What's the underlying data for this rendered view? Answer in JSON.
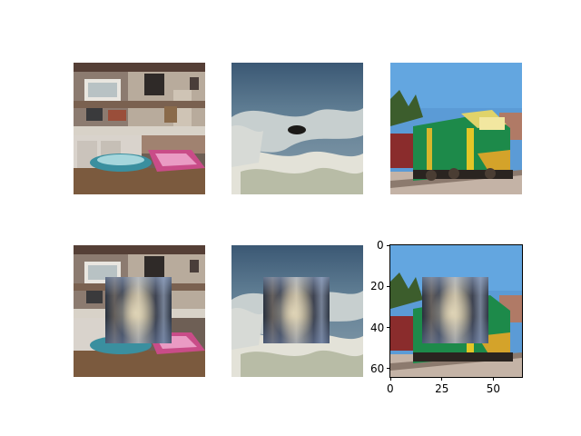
{
  "figure": {
    "rows": 2,
    "cols": 3,
    "patch_color": "#d9cdb0",
    "panels": [
      {
        "row": 1,
        "scene": "kitchen"
      },
      {
        "row": 1,
        "scene": "ocean-waves"
      },
      {
        "row": 1,
        "scene": "green-locomotive"
      },
      {
        "row": 2,
        "scene": "kitchen",
        "masked": true
      },
      {
        "row": 2,
        "scene": "ocean-waves",
        "masked": true
      },
      {
        "row": 2,
        "scene": "green-locomotive",
        "masked": true,
        "axes": true
      }
    ]
  },
  "axes": {
    "x_ticks": [
      "0",
      "25",
      "50"
    ],
    "y_ticks": [
      "0",
      "20",
      "40",
      "60"
    ],
    "xlim": [
      0,
      64
    ],
    "ylim": [
      64,
      0
    ]
  }
}
